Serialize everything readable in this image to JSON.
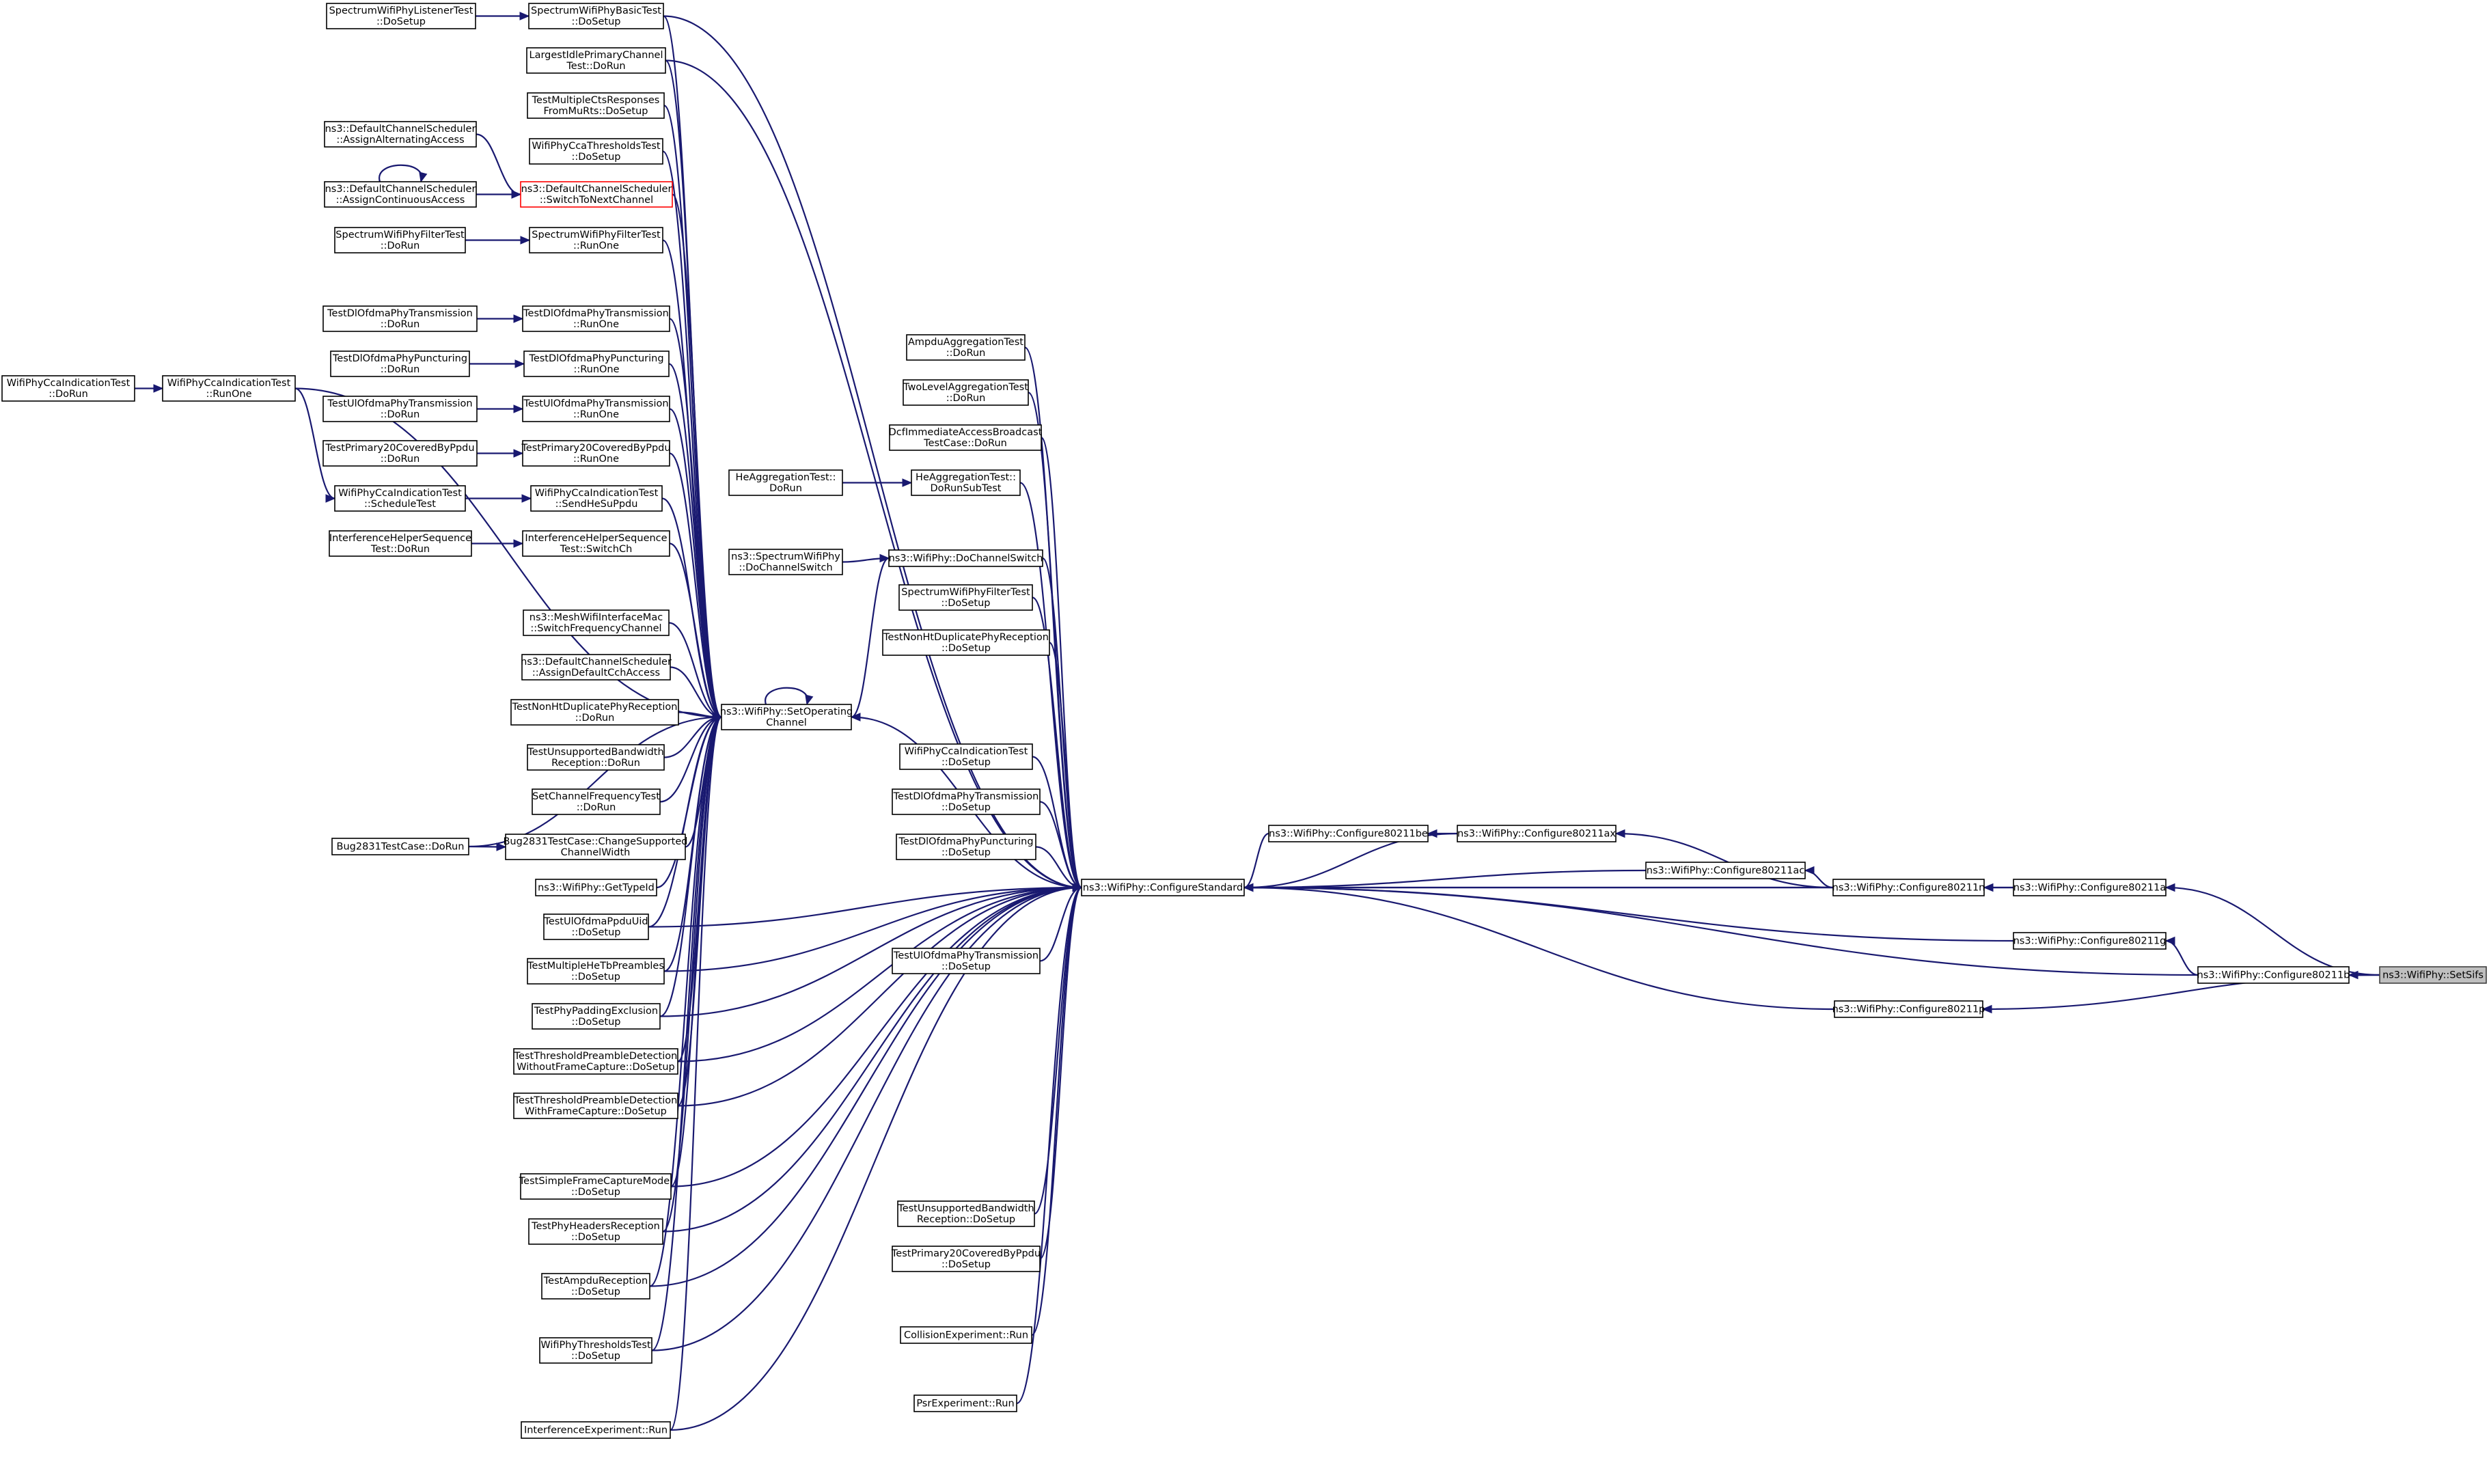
{
  "colors": {
    "edge": "#191970",
    "node_border": "#000000",
    "selected_node_border": "#ff0000",
    "highlight_node_fill": "#bfbfbf"
  },
  "nodes": [
    {
      "id": "spectrumListener",
      "lines": [
        "SpectrumWifiPhyListenerTest",
        "::DoSetup"
      ]
    },
    {
      "id": "spectrumBasic",
      "lines": [
        "SpectrumWifiPhyBasicTest",
        "::DoSetup"
      ]
    },
    {
      "id": "largestIdle",
      "lines": [
        "LargestIdlePrimaryChannel",
        "Test::DoRun"
      ]
    },
    {
      "id": "multipleCts",
      "lines": [
        "TestMultipleCtsResponses",
        "FromMuRts::DoSetup"
      ]
    },
    {
      "id": "assignAlternating",
      "lines": [
        "ns3::DefaultChannelScheduler",
        "::AssignAlternatingAccess"
      ]
    },
    {
      "id": "ccaThresholds",
      "lines": [
        "WifiPhyCcaThresholdsTest",
        "::DoSetup"
      ]
    },
    {
      "id": "assignContinuous",
      "lines": [
        "ns3::DefaultChannelScheduler",
        "::AssignContinuousAccess"
      ]
    },
    {
      "id": "switchToNext",
      "lines": [
        "ns3::DefaultChannelScheduler",
        "::SwitchToNextChannel"
      ]
    },
    {
      "id": "filterDoRun",
      "lines": [
        "SpectrumWifiPhyFilterTest",
        "::DoRun"
      ]
    },
    {
      "id": "filterRunOne",
      "lines": [
        "SpectrumWifiPhyFilterTest",
        "::RunOne"
      ]
    },
    {
      "id": "dlTxDoRun",
      "lines": [
        "TestDlOfdmaPhyTransmission",
        "::DoRun"
      ]
    },
    {
      "id": "dlTxRunOne",
      "lines": [
        "TestDlOfdmaPhyTransmission",
        "::RunOne"
      ]
    },
    {
      "id": "ccaIndDoRun",
      "lines": [
        "WifiPhyCcaIndicationTest",
        "::DoRun"
      ]
    },
    {
      "id": "ccaIndRunOne",
      "lines": [
        "WifiPhyCcaIndicationTest",
        "::RunOne"
      ]
    },
    {
      "id": "dlPuncDoRun",
      "lines": [
        "TestDlOfdmaPhyPuncturing",
        "::DoRun"
      ]
    },
    {
      "id": "dlPuncRunOne",
      "lines": [
        "TestDlOfdmaPhyPuncturing",
        "::RunOne"
      ]
    },
    {
      "id": "ulTxDoRun",
      "lines": [
        "TestUlOfdmaPhyTransmission",
        "::DoRun"
      ]
    },
    {
      "id": "ulTxRunOne",
      "lines": [
        "TestUlOfdmaPhyTransmission",
        "::RunOne"
      ]
    },
    {
      "id": "p20DoRun",
      "lines": [
        "TestPrimary20CoveredByPpdu",
        "::DoRun"
      ]
    },
    {
      "id": "p20RunOne",
      "lines": [
        "TestPrimary20CoveredByPpdu",
        "::RunOne"
      ]
    },
    {
      "id": "ccaSchedule",
      "lines": [
        "WifiPhyCcaIndicationTest",
        "::ScheduleTest"
      ]
    },
    {
      "id": "ccaSendHeSu",
      "lines": [
        "WifiPhyCcaIndicationTest",
        "::SendHeSuPpdu"
      ]
    },
    {
      "id": "intfSeqDoRun",
      "lines": [
        "InterferenceHelperSequence",
        "Test::DoRun"
      ]
    },
    {
      "id": "intfSeqSwitch",
      "lines": [
        "InterferenceHelperSequence",
        "Test::SwitchCh"
      ]
    },
    {
      "id": "meshSwitch",
      "lines": [
        "ns3::MeshWifiInterfaceMac",
        "::SwitchFrequencyChannel"
      ]
    },
    {
      "id": "assignCch",
      "lines": [
        "ns3::DefaultChannelScheduler",
        "::AssignDefaultCchAccess"
      ]
    },
    {
      "id": "nonHtDoRun",
      "lines": [
        "TestNonHtDuplicatePhyReception",
        "::DoRun"
      ]
    },
    {
      "id": "unsupBwDoRun",
      "lines": [
        "TestUnsupportedBandwidth",
        "Reception::DoRun"
      ]
    },
    {
      "id": "setChanFreq",
      "lines": [
        "SetChannelFrequencyTest",
        "::DoRun"
      ]
    },
    {
      "id": "bugDoRun",
      "lines": [
        "Bug2831TestCase::DoRun"
      ]
    },
    {
      "id": "bugChange",
      "lines": [
        "Bug2831TestCase::ChangeSupported",
        "ChannelWidth"
      ]
    },
    {
      "id": "getTypeId",
      "lines": [
        "ns3::WifiPhy::GetTypeId"
      ]
    },
    {
      "id": "ulMuDoSetup",
      "lines": [
        "TestUlOfdmaPpduUid",
        "::DoSetup"
      ]
    },
    {
      "id": "multiHeTb",
      "lines": [
        "TestMultipleHeTbPreambles",
        "::DoSetup"
      ]
    },
    {
      "id": "phyPadding",
      "lines": [
        "TestPhyPaddingExclusion",
        "::DoSetup"
      ]
    },
    {
      "id": "threshNoCap",
      "lines": [
        "TestThresholdPreambleDetection",
        "WithoutFrameCapture::DoSetup"
      ]
    },
    {
      "id": "threshCap",
      "lines": [
        "TestThresholdPreambleDetection",
        "WithFrameCapture::DoSetup"
      ]
    },
    {
      "id": "simpleCapture",
      "lines": [
        "TestSimpleFrameCaptureModel",
        "::DoSetup"
      ]
    },
    {
      "id": "phyHeaders",
      "lines": [
        "TestPhyHeadersReception",
        "::DoSetup"
      ]
    },
    {
      "id": "ampduRx",
      "lines": [
        "TestAmpduReception",
        "::DoSetup"
      ]
    },
    {
      "id": "phyThresh",
      "lines": [
        "WifiPhyThresholdsTest",
        "::DoSetup"
      ]
    },
    {
      "id": "intfExp",
      "lines": [
        "InterferenceExperiment::Run"
      ]
    },
    {
      "id": "setOpChannel",
      "lines": [
        "ns3::WifiPhy::SetOperating",
        "Channel"
      ]
    },
    {
      "id": "ampduAgg",
      "lines": [
        "AmpduAggregationTest",
        "::DoRun"
      ]
    },
    {
      "id": "twoLevel",
      "lines": [
        "TwoLevelAggregationTest",
        "::DoRun"
      ]
    },
    {
      "id": "dcfBroadcast",
      "lines": [
        "DcfImmediateAccessBroadcast",
        "TestCase::DoRun"
      ]
    },
    {
      "id": "heAggDoRun",
      "lines": [
        "HeAggregationTest::",
        "DoRun"
      ]
    },
    {
      "id": "heAggSub",
      "lines": [
        "HeAggregationTest::",
        "DoRunSubTest"
      ]
    },
    {
      "id": "specDoChanSw",
      "lines": [
        "ns3::SpectrumWifiPhy",
        "::DoChannelSwitch"
      ]
    },
    {
      "id": "doChanSw",
      "lines": [
        "ns3::WifiPhy::DoChannelSwitch"
      ]
    },
    {
      "id": "filterDoSetup",
      "lines": [
        "SpectrumWifiPhyFilterTest",
        "::DoSetup"
      ]
    },
    {
      "id": "nonHtDoSetup",
      "lines": [
        "TestNonHtDuplicatePhyReception",
        "::DoSetup"
      ]
    },
    {
      "id": "ccaIndDoSetup",
      "lines": [
        "WifiPhyCcaIndicationTest",
        "::DoSetup"
      ]
    },
    {
      "id": "dlTxDoSetup",
      "lines": [
        "TestDlOfdmaPhyTransmission",
        "::DoSetup"
      ]
    },
    {
      "id": "dlPuncDoSetup",
      "lines": [
        "TestDlOfdmaPhyPuncturing",
        "::DoSetup"
      ]
    },
    {
      "id": "configStd",
      "lines": [
        "ns3::WifiPhy::ConfigureStandard"
      ]
    },
    {
      "id": "ulTxDoSetup",
      "lines": [
        "TestUlOfdmaPhyTransmission",
        "::DoSetup"
      ]
    },
    {
      "id": "unsupBwDoSetup",
      "lines": [
        "TestUnsupportedBandwidth",
        "Reception::DoSetup"
      ]
    },
    {
      "id": "p20DoSetup",
      "lines": [
        "TestPrimary20CoveredByPpdu",
        "::DoSetup"
      ]
    },
    {
      "id": "collision",
      "lines": [
        "CollisionExperiment::Run"
      ]
    },
    {
      "id": "psr",
      "lines": [
        "PsrExperiment::Run"
      ]
    },
    {
      "id": "cfgBe",
      "lines": [
        "ns3::WifiPhy::Configure80211be"
      ]
    },
    {
      "id": "cfgAx",
      "lines": [
        "ns3::WifiPhy::Configure80211ax"
      ]
    },
    {
      "id": "cfgAc",
      "lines": [
        "ns3::WifiPhy::Configure80211ac"
      ]
    },
    {
      "id": "cfgN",
      "lines": [
        "ns3::WifiPhy::Configure80211n"
      ]
    },
    {
      "id": "cfgA",
      "lines": [
        "ns3::WifiPhy::Configure80211a"
      ]
    },
    {
      "id": "cfgG",
      "lines": [
        "ns3::WifiPhy::Configure80211g"
      ]
    },
    {
      "id": "cfgB",
      "lines": [
        "ns3::WifiPhy::Configure80211b"
      ]
    },
    {
      "id": "cfgP",
      "lines": [
        "ns3::WifiPhy::Configure80211p"
      ]
    },
    {
      "id": "setSifs",
      "lines": [
        "ns3::WifiPhy::SetSifs"
      ]
    }
  ],
  "edges": [
    [
      "spectrumListener",
      "spectrumBasic"
    ],
    [
      "spectrumBasic",
      "configStd"
    ],
    [
      "spectrumBasic",
      "setOpChannel"
    ],
    [
      "largestIdle",
      "configStd"
    ],
    [
      "largestIdle",
      "setOpChannel"
    ],
    [
      "multipleCts",
      "setOpChannel"
    ],
    [
      "assignAlternating",
      "switchToNext"
    ],
    [
      "assignContinuous",
      "switchToNext"
    ],
    [
      "assignContinuous",
      "assignContinuous"
    ],
    [
      "ccaThresholds",
      "setOpChannel"
    ],
    [
      "switchToNext",
      "setOpChannel"
    ],
    [
      "filterDoRun",
      "filterRunOne"
    ],
    [
      "filterRunOne",
      "setOpChannel"
    ],
    [
      "dlTxDoRun",
      "dlTxRunOne"
    ],
    [
      "dlTxRunOne",
      "setOpChannel"
    ],
    [
      "ccaIndDoRun",
      "ccaIndRunOne"
    ],
    [
      "ccaIndRunOne",
      "ccaSchedule"
    ],
    [
      "ccaIndRunOne",
      "setOpChannel"
    ],
    [
      "dlPuncDoRun",
      "dlPuncRunOne"
    ],
    [
      "dlPuncRunOne",
      "setOpChannel"
    ],
    [
      "ulTxDoRun",
      "ulTxRunOne"
    ],
    [
      "ulTxRunOne",
      "setOpChannel"
    ],
    [
      "p20DoRun",
      "p20RunOne"
    ],
    [
      "p20RunOne",
      "setOpChannel"
    ],
    [
      "ccaSchedule",
      "ccaSendHeSu"
    ],
    [
      "ccaSendHeSu",
      "setOpChannel"
    ],
    [
      "intfSeqDoRun",
      "intfSeqSwitch"
    ],
    [
      "intfSeqSwitch",
      "setOpChannel"
    ],
    [
      "meshSwitch",
      "setOpChannel"
    ],
    [
      "assignCch",
      "setOpChannel"
    ],
    [
      "nonHtDoRun",
      "setOpChannel"
    ],
    [
      "unsupBwDoRun",
      "setOpChannel"
    ],
    [
      "setChanFreq",
      "setOpChannel"
    ],
    [
      "bugDoRun",
      "bugChange"
    ],
    [
      "bugDoRun",
      "setOpChannel"
    ],
    [
      "bugChange",
      "setOpChannel"
    ],
    [
      "getTypeId",
      "setOpChannel"
    ],
    [
      "ulMuDoSetup",
      "setOpChannel"
    ],
    [
      "ulMuDoSetup",
      "configStd"
    ],
    [
      "multiHeTb",
      "setOpChannel"
    ],
    [
      "multiHeTb",
      "configStd"
    ],
    [
      "phyPadding",
      "setOpChannel"
    ],
    [
      "phyPadding",
      "configStd"
    ],
    [
      "threshNoCap",
      "setOpChannel"
    ],
    [
      "threshNoCap",
      "configStd"
    ],
    [
      "threshCap",
      "setOpChannel"
    ],
    [
      "threshCap",
      "configStd"
    ],
    [
      "simpleCapture",
      "setOpChannel"
    ],
    [
      "simpleCapture",
      "configStd"
    ],
    [
      "phyHeaders",
      "setOpChannel"
    ],
    [
      "phyHeaders",
      "configStd"
    ],
    [
      "ampduRx",
      "setOpChannel"
    ],
    [
      "ampduRx",
      "configStd"
    ],
    [
      "phyThresh",
      "setOpChannel"
    ],
    [
      "phyThresh",
      "configStd"
    ],
    [
      "intfExp",
      "setOpChannel"
    ],
    [
      "intfExp",
      "configStd"
    ],
    [
      "setOpChannel",
      "setOpChannel"
    ],
    [
      "heAggDoRun",
      "heAggSub"
    ],
    [
      "heAggSub",
      "configStd"
    ],
    [
      "specDoChanSw",
      "doChanSw"
    ],
    [
      "doChanSw",
      "setOpChannel"
    ],
    [
      "doChanSw",
      "configStd"
    ],
    [
      "ampduAgg",
      "configStd"
    ],
    [
      "twoLevel",
      "configStd"
    ],
    [
      "dcfBroadcast",
      "configStd"
    ],
    [
      "filterDoSetup",
      "configStd"
    ],
    [
      "nonHtDoSetup",
      "configStd"
    ],
    [
      "ccaIndDoSetup",
      "configStd"
    ],
    [
      "dlTxDoSetup",
      "configStd"
    ],
    [
      "dlPuncDoSetup",
      "configStd"
    ],
    [
      "ulTxDoSetup",
      "configStd"
    ],
    [
      "unsupBwDoSetup",
      "configStd"
    ],
    [
      "p20DoSetup",
      "configStd"
    ],
    [
      "collision",
      "configStd"
    ],
    [
      "psr",
      "configStd"
    ],
    [
      "configStd",
      "setOpChannel"
    ],
    [
      "cfgBe",
      "configStd"
    ],
    [
      "cfgAx",
      "cfgBe"
    ],
    [
      "cfgAx",
      "configStd"
    ],
    [
      "cfgAc",
      "configStd"
    ],
    [
      "cfgN",
      "cfgAc"
    ],
    [
      "cfgN",
      "cfgAx"
    ],
    [
      "cfgN",
      "configStd"
    ],
    [
      "cfgA",
      "cfgN"
    ],
    [
      "cfgA",
      "configStd"
    ],
    [
      "cfgG",
      "configStd"
    ],
    [
      "cfgB",
      "cfgG"
    ],
    [
      "cfgB",
      "configStd"
    ],
    [
      "cfgP",
      "configStd"
    ],
    [
      "setSifs",
      "cfgA"
    ],
    [
      "setSifs",
      "cfgB"
    ],
    [
      "setSifs",
      "cfgP"
    ]
  ]
}
